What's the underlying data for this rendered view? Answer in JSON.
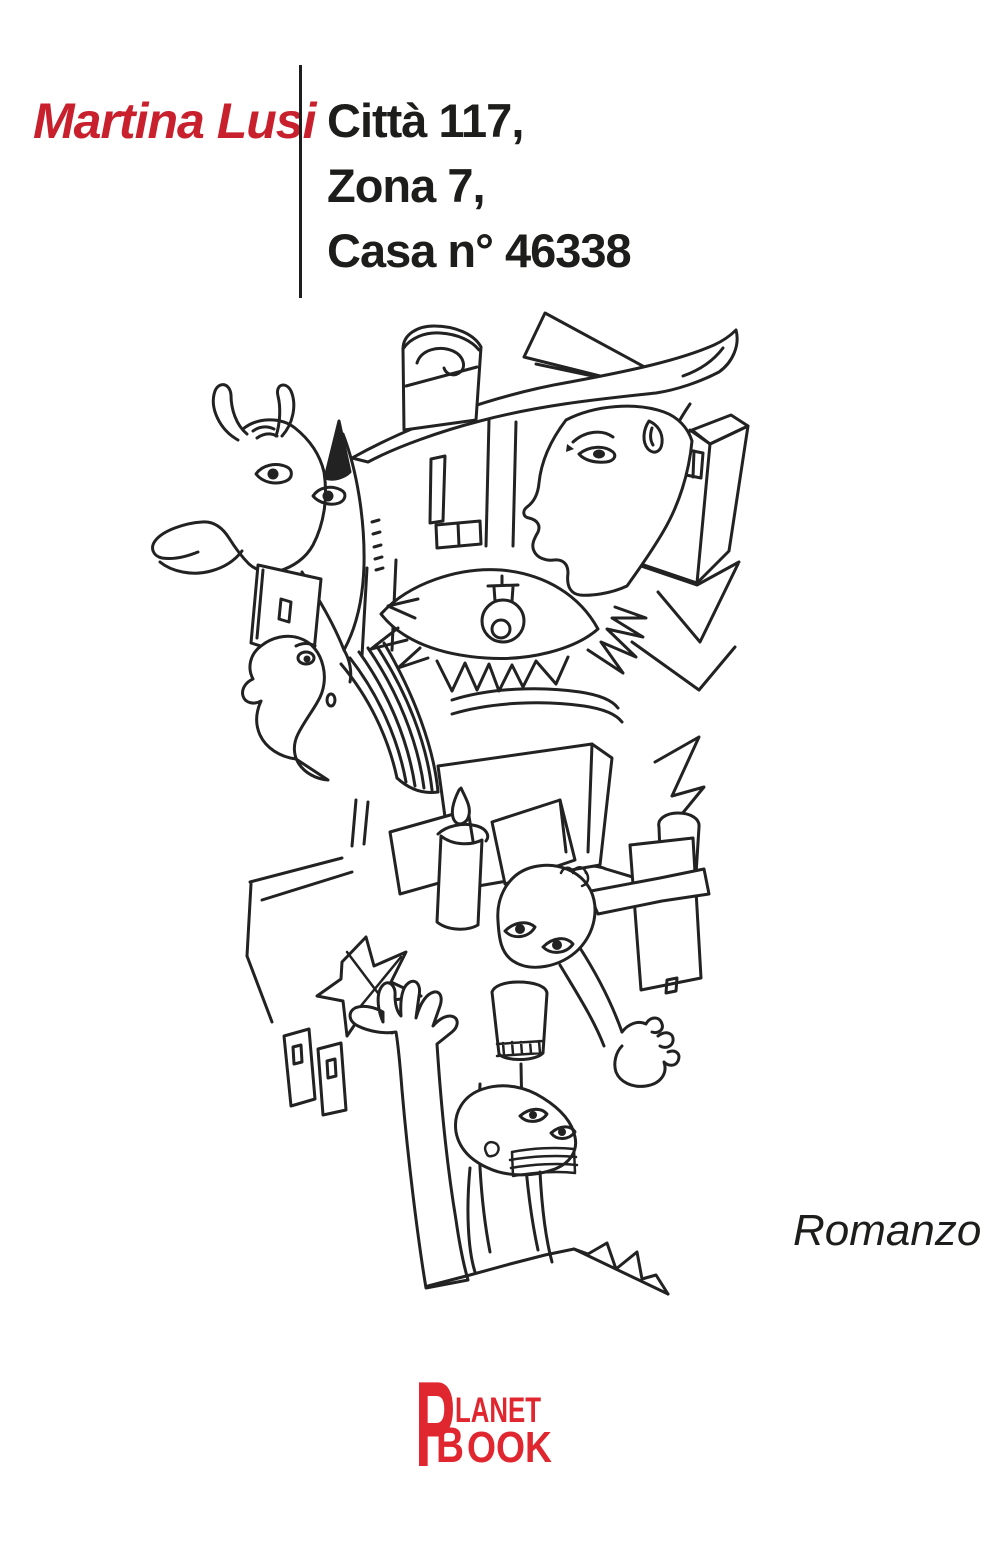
{
  "cover": {
    "background": "#ffffff"
  },
  "header": {
    "author": "Martina Lusi",
    "author_color": "#c8202c",
    "divider_color": "#1d1d1b",
    "title_lines": [
      "Città 117,",
      "Zona 7,",
      "Casa n° 46338"
    ],
    "title_color": "#1d1d1b"
  },
  "illustration": {
    "description": "Black-ink hand drawing in the style of Picasso's Guernica: a horned bull head, cubist buildings and tumbling boxes, a large eye with a light bulb and jagged rays, an upturned crying face with flowing hair, a profile face beside a leaning tower, an upside-down head, raised arms with spread hands, a candle, small houses and a spiked tail.",
    "stroke_color": "#222222"
  },
  "genre_label": "Romanzo",
  "genre_color": "#1d1d1b",
  "publisher": {
    "logo_p": "P",
    "logo_lanet": "LANET",
    "logo_b": "B",
    "logo_ook": "OOK",
    "logo_color": "#e0262f"
  }
}
